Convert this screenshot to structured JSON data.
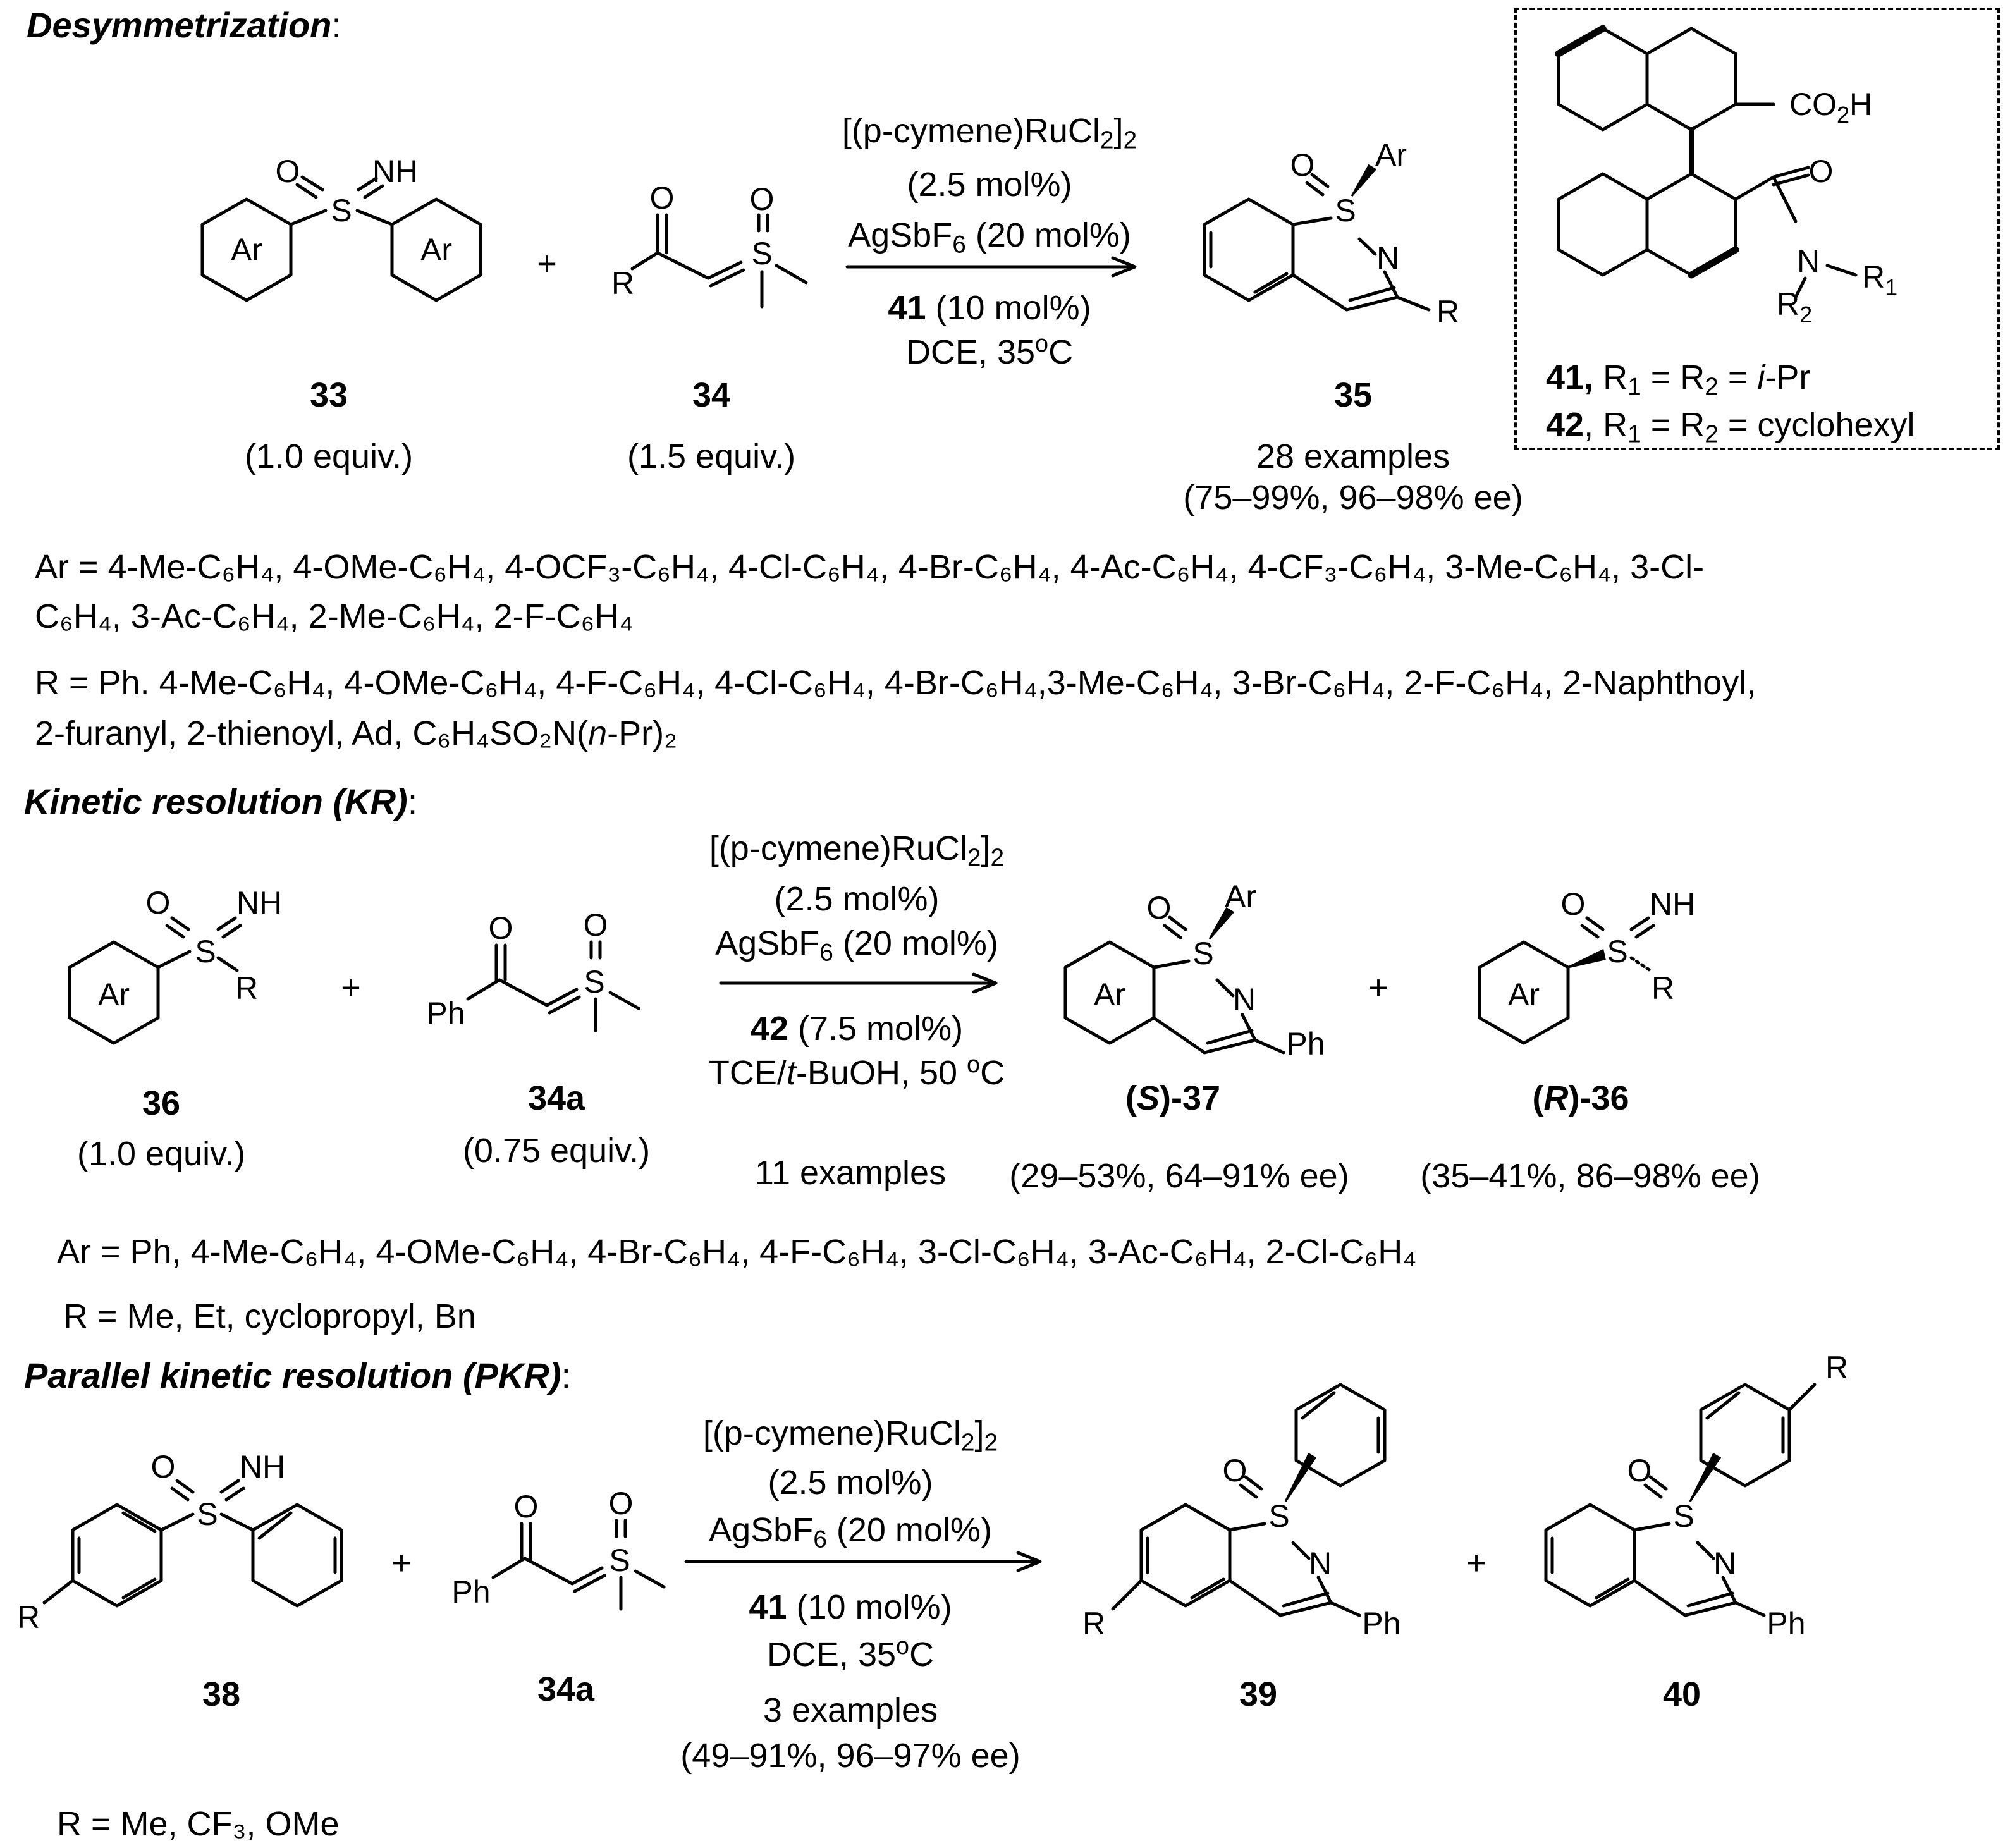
{
  "sections": {
    "desym": {
      "title": "Desymmetrization",
      "colon": ":"
    },
    "kr": {
      "title": "Kinetic resolution (KR)",
      "colon": ":"
    },
    "pkr": {
      "title": "Parallel kinetic resolution (PKR)",
      "colon": ":"
    }
  },
  "atoms": {
    "O": "O",
    "S": "S",
    "N": "N",
    "NH": "NH",
    "Ar": "Ar",
    "R": "R",
    "Ph": "Ph",
    "R1": "R",
    "R1_sub": "1",
    "R2": "R",
    "R2_sub": "2",
    "CO2H_a": "CO",
    "CO2H_sub": "2",
    "CO2H_b": "H"
  },
  "plus": "+",
  "compounds": {
    "c33": {
      "label": "33",
      "equiv": "(1.0 equiv.)"
    },
    "c34": {
      "label": "34",
      "equiv": "(1.5 equiv.)"
    },
    "c35": {
      "label": "35",
      "examples": "28 examples",
      "yield": "(75–99%, 96–98% ee)"
    },
    "c36": {
      "label": "36",
      "equiv": "(1.0 equiv.)"
    },
    "c34a": {
      "label": "34a",
      "equiv": "(0.75 equiv.)"
    },
    "c37": {
      "prefix": "(",
      "config": "S",
      "suffix": ")-37",
      "yield": "(29–53%, 64–91% ee)"
    },
    "c36R": {
      "prefix": "(",
      "config": "R",
      "suffix": ")-36",
      "yield": "(35–41%, 86–98% ee)"
    },
    "kr_examples": "11 examples",
    "c38": {
      "label": "38"
    },
    "c34a_pkr": {
      "label": "34a"
    },
    "c39": {
      "label": "39"
    },
    "c40": {
      "label": "40"
    },
    "pkr_examples": "3 examples",
    "pkr_yield": "(49–91%, 96–97% ee)"
  },
  "conditions": {
    "cat_a": "[(p-cymene)RuCl",
    "cat_sub1": "2",
    "cat_b": "]",
    "cat_sub2": "2",
    "loading": "(2.5 mol%)",
    "ag_a": "AgSbF",
    "ag_sub": "6",
    "ag_b": " (20 mol%)",
    "l41_num": "41",
    "l41_rest": " (10 mol%)",
    "l42_num": "42",
    "l42_rest": " (7.5 mol%)",
    "dce": "DCE, 35",
    "deg": "o",
    "C": "C",
    "tce_a": "TCE/",
    "tce_t": "t",
    "tce_b": "-BuOH, 50 ",
    "tce_deg": "o",
    "tce_C": "C"
  },
  "ligand_box": {
    "l41_num": "41,",
    "l41_text": " R",
    "l41_s1": "1",
    "l41_mid": " = R",
    "l41_s2": "2",
    "l41_eq": " = ",
    "l41_i": "i",
    "l41_end": "-Pr",
    "l42_num": "42",
    "l42_text": ", R",
    "l42_s1": "1",
    "l42_mid": " = R",
    "l42_s2": "2",
    "l42_end": " = cyclohexyl"
  },
  "scope": {
    "desym_ar_line1": "Ar = 4-Me-C₆H₄, 4-OMe-C₆H₄, 4-OCF₃-C₆H₄, 4-Cl-C₆H₄, 4-Br-C₆H₄,  4-Ac-C₆H₄, 4-CF₃-C₆H₄, 3-Me-C₆H₄, 3-Cl-",
    "desym_ar_line2": "C₆H₄, 3-Ac-C₆H₄, 2-Me-C₆H₄, 2-F-C₆H₄",
    "desym_r_line1": "R = Ph. 4-Me-C₆H₄, 4-OMe-C₆H₄, 4-F-C₆H₄, 4-Cl-C₆H₄, 4-Br-C₆H₄,3-Me-C₆H₄, 3-Br-C₆H₄, 2-F-C₆H₄, 2-Naphthoyl,",
    "desym_r_line2_a": "2-furanyl, 2-thienoyl,  Ad, C₆H₄SO₂N(",
    "desym_r_line2_n": "n",
    "desym_r_line2_b": "-Pr)₂",
    "kr_ar": "Ar = Ph, 4-Me-C₆H₄, 4-OMe-C₆H₄, 4-Br-C₆H₄, 4-F-C₆H₄, 3-Cl-C₆H₄, 3-Ac-C₆H₄, 2-Cl-C₆H₄",
    "kr_r": "R = Me, Et, cyclopropyl, Bn",
    "pkr_r": "R = Me, CF₃, OMe"
  }
}
